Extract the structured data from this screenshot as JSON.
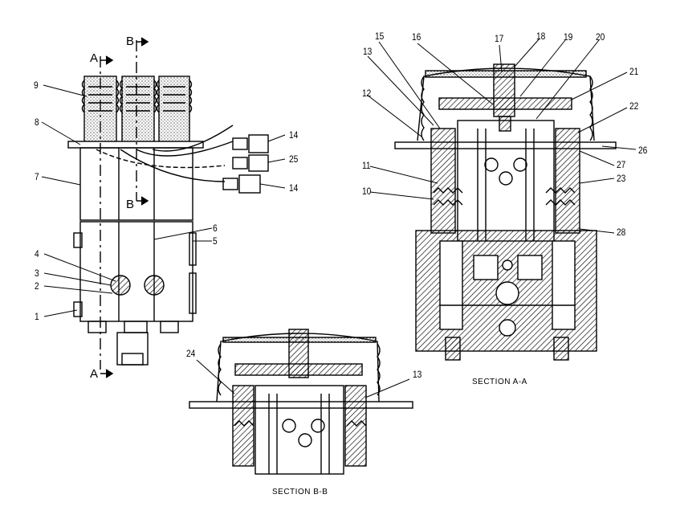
{
  "callouts": {
    "c1": "1",
    "c2": "2",
    "c3": "3",
    "c4": "4",
    "c5": "5",
    "c6": "6",
    "c7": "7",
    "c8": "8",
    "c9": "9",
    "c10": "10",
    "c11": "11",
    "c12": "12",
    "c13a": "13",
    "c13b": "13",
    "c14a": "14",
    "c14b": "14",
    "c15": "15",
    "c16": "16",
    "c17": "17",
    "c18": "18",
    "c19": "19",
    "c20": "20",
    "c21": "21",
    "c22": "22",
    "c23": "23",
    "c24": "24",
    "c25": "25",
    "c26": "26",
    "c27": "27",
    "c28": "28"
  },
  "section_markers": {
    "a_top": "A",
    "a_bottom": "A",
    "b_top": "B",
    "b_bottom": "B"
  },
  "captions": {
    "section_aa": "SECTION A-A",
    "section_bb": "SECTION B-B"
  },
  "colors": {
    "ink": "#000000",
    "paper": "#ffffff"
  }
}
